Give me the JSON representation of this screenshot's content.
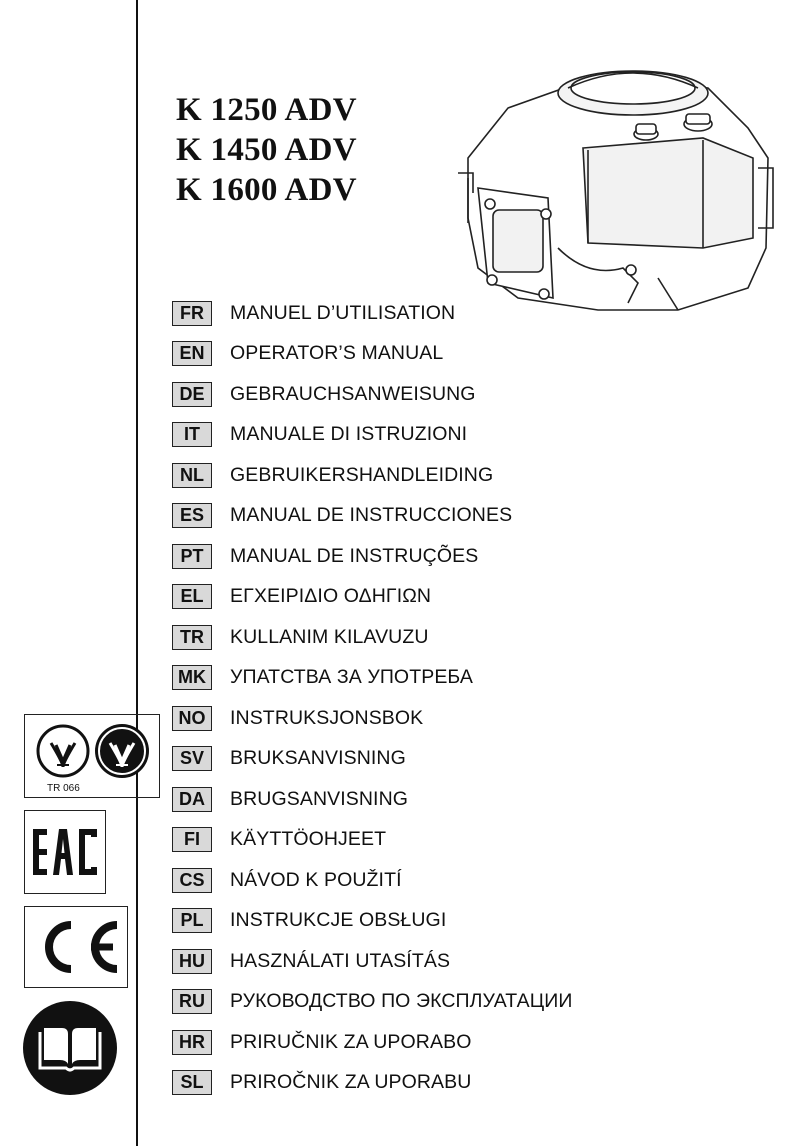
{
  "models": [
    "K 1250 ADV",
    "K 1450 ADV",
    "K 1600 ADV"
  ],
  "languages": [
    {
      "code": "FR",
      "title": "MANUEL D’UTILISATION"
    },
    {
      "code": "EN",
      "title": "OPERATOR’S MANUAL"
    },
    {
      "code": "DE",
      "title": "GEBRAUCHSANWEISUNG"
    },
    {
      "code": "IT",
      "title": "MANUALE DI ISTRUZIONI"
    },
    {
      "code": "NL",
      "title": "GEBRUIKERSHANDLEIDING"
    },
    {
      "code": "ES",
      "title": "MANUAL DE INSTRUCCIONES"
    },
    {
      "code": "PT",
      "title": "MANUAL DE INSTRUÇÕES"
    },
    {
      "code": "EL",
      "title": "ΕΓΧΕΙΡΙΔΙΟ ΟΔΗΓΙΩΝ"
    },
    {
      "code": "TR",
      "title": "KULLANIM KILAVUZU"
    },
    {
      "code": "MK",
      "title": "УПАТСТВА ЗА УПОТРЕБА"
    },
    {
      "code": "NO",
      "title": "INSTRUKSJONSBOK"
    },
    {
      "code": "SV",
      "title": "BRUKSANVISNING"
    },
    {
      "code": "DA",
      "title": "BRUGSANVISNING"
    },
    {
      "code": "FI",
      "title": "KÄYTTÖOHJEET"
    },
    {
      "code": "CS",
      "title": "NÁVOD K POUŽITÍ"
    },
    {
      "code": "PL",
      "title": "INSTRUKCJE OBSŁUGI"
    },
    {
      "code": "HU",
      "title": "HASZNÁLATI UTASÍTÁS"
    },
    {
      "code": "RU",
      "title": "РУКОВОДСТВО ПО ЭКСПЛУАТАЦИИ"
    },
    {
      "code": "HR",
      "title": "PRIRUČNIK ZA UPORABO"
    },
    {
      "code": "SL",
      "title": "PRIROČNIK ZA UPORABU"
    }
  ],
  "marks": {
    "ua_code": "TR 066",
    "eac_icon": "eac-mark-icon",
    "ce_icon": "ce-mark-icon",
    "manual_icon": "open-book-icon"
  }
}
